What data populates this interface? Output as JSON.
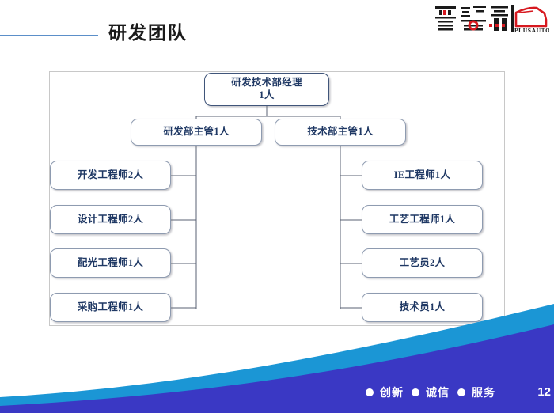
{
  "slide": {
    "title": "研发团队",
    "page_number": "12"
  },
  "logo": {
    "name": "pulusi-logo",
    "chinese_text": "普络斯",
    "latin_text": "PLUSAUTO",
    "primary_color": "#1a1a1a",
    "accent_color": "#d71920"
  },
  "chart_data": {
    "type": "diagram",
    "subtype": "org-chart",
    "title": "研发团队",
    "root": {
      "id": "root",
      "line1": "研发技术部经理",
      "line2": "1人"
    },
    "level2": [
      {
        "id": "rd-supervisor",
        "label": "研发部主管1人",
        "side": "left"
      },
      {
        "id": "tech-supervisor",
        "label": "技术部主管1人",
        "side": "right"
      }
    ],
    "left_branch": [
      {
        "id": "dev-engineer",
        "label": "开发工程师2人",
        "count": 2
      },
      {
        "id": "design-engineer",
        "label": "设计工程师2人",
        "count": 2
      },
      {
        "id": "light-engineer",
        "label": "配光工程师1人",
        "count": 1
      },
      {
        "id": "purchase-engineer",
        "label": "采购工程师1人",
        "count": 1
      }
    ],
    "right_branch": [
      {
        "id": "ie-engineer",
        "label": "IE工程师1人",
        "count": 1
      },
      {
        "id": "process-engineer",
        "label": "工艺工程师1人",
        "count": 1
      },
      {
        "id": "process-technician",
        "label": "工艺员2人",
        "count": 2
      },
      {
        "id": "technician",
        "label": "技术员1人",
        "count": 1
      }
    ],
    "node_text_color": "#1f3864",
    "node_border_color": "#8e9bb0",
    "connector_color": "#5a6273"
  },
  "footer": {
    "items": [
      {
        "bullet": "circle",
        "label": "创新"
      },
      {
        "bullet": "circle",
        "label": "诚信"
      },
      {
        "bullet": "circle",
        "label": "服务"
      }
    ]
  },
  "theme": {
    "band_light_blue": "#1b96d5",
    "band_dark_blue": "#3a38c4",
    "rule_left": "#5b8fc9",
    "rule_right": "#b7cde6",
    "title_color": "#1a1a1a"
  }
}
